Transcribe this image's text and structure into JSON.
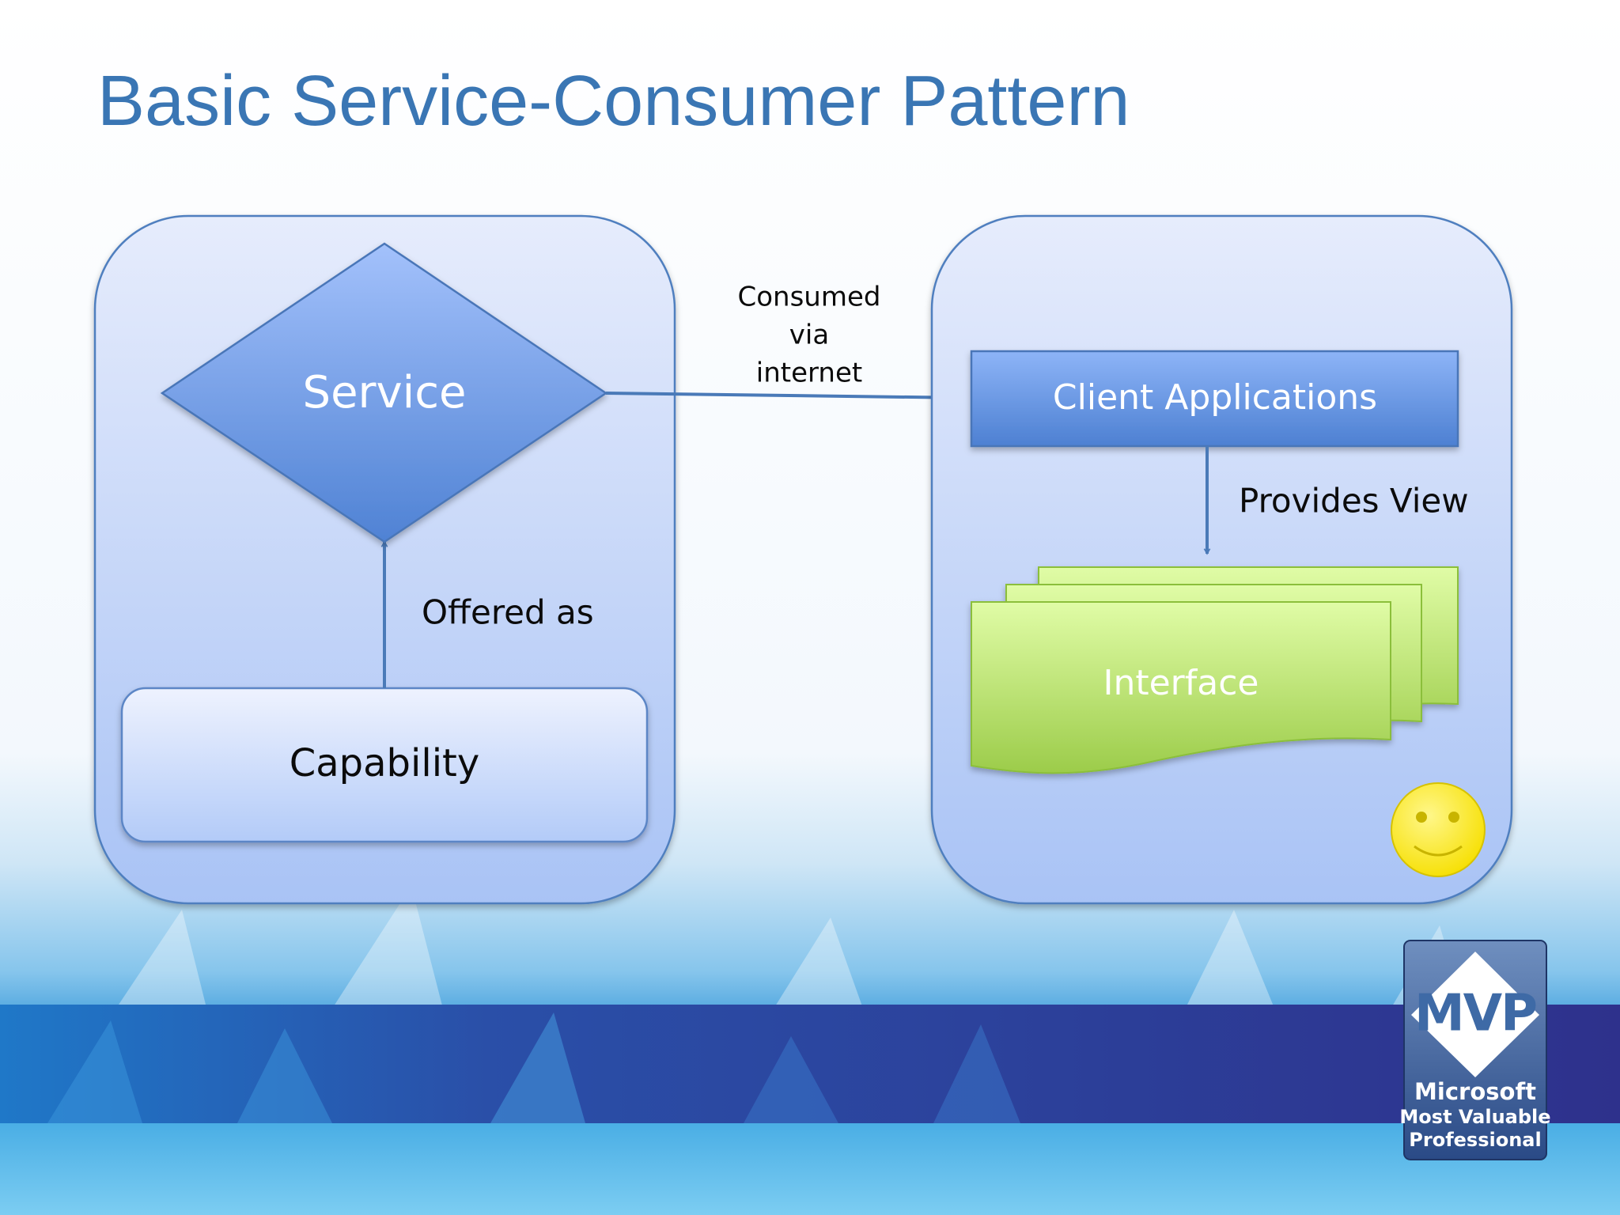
{
  "slide": {
    "title": "Basic Service-Consumer Pattern"
  },
  "diagram": {
    "nodes": {
      "service": "Service",
      "capability": "Capability",
      "client_applications": "Client Applications",
      "interface": "Interface"
    },
    "edges": {
      "offered_as": "Offered as",
      "consumed_line1": "Consumed",
      "consumed_line2": "via",
      "consumed_line3": "internet",
      "provides_view": "Provides View"
    }
  },
  "badge": {
    "mvp": "MVP",
    "microsoft": "Microsoft",
    "line2": "Most Valuable",
    "line3": "Professional"
  },
  "colors": {
    "title": "#3a76b4",
    "panel_fill": "#c4d5fb",
    "panel_stroke": "#4f7fbf",
    "node_blue": "#5e8fe0",
    "interface_green": "#c2ec7e",
    "band_dark": "#2e3690",
    "band_light": "#3aa2dc",
    "smiley": "#ffef1e"
  }
}
